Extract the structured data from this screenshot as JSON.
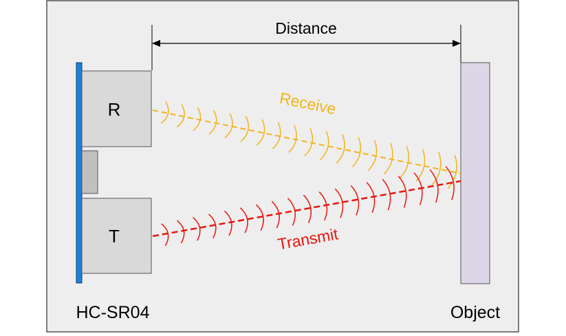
{
  "labels": {
    "distance": "Distance",
    "receive": "Receive",
    "transmit": "Transmit",
    "receiver": "R",
    "transmitter": "T",
    "sensor": "HC-SR04",
    "object": "Object"
  },
  "colors": {
    "background": "#eeeeee",
    "frame": "#000000",
    "pcb": "#1e7fd6",
    "transducer": "#d9d9d9",
    "crystal": "#c0c0c0",
    "object": "#dcd6e6",
    "receive": "#f2b419",
    "transmit": "#e8140c",
    "dimension": "#000000"
  }
}
